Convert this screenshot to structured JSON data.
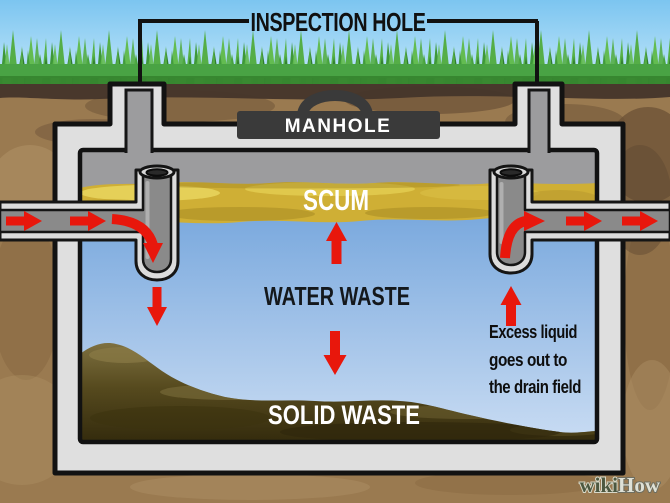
{
  "labels": {
    "inspection_hole": "INSPECTION HOLE",
    "manhole": "MANHOLE",
    "scum": "SCUM",
    "water_waste": "WATER WASTE",
    "solid_waste": "SOLID WASTE"
  },
  "note": {
    "line1": "Excess liquid",
    "line2": "goes out to",
    "line3": "the drain field"
  },
  "watermark": {
    "wiki": "wiki",
    "how": "How"
  },
  "colors": {
    "arrow_red": "#E8170C",
    "scum_yellow": "#CFAF35",
    "water_top": "#74A5DC",
    "water_bottom": "#C9DCF3",
    "manhole_dark": "#3A3A3A",
    "concrete": "#DFDFDF",
    "air_gray": "#9C9C9E",
    "grass_green": "#49A344",
    "soil_brown": "#9A7A50",
    "solid_waste_brown": "#564A1E",
    "sky_blue": "#7CC5F0"
  },
  "icons": {
    "flow_arrows": "red-arrow",
    "manhole_handle": "arc-handle"
  }
}
